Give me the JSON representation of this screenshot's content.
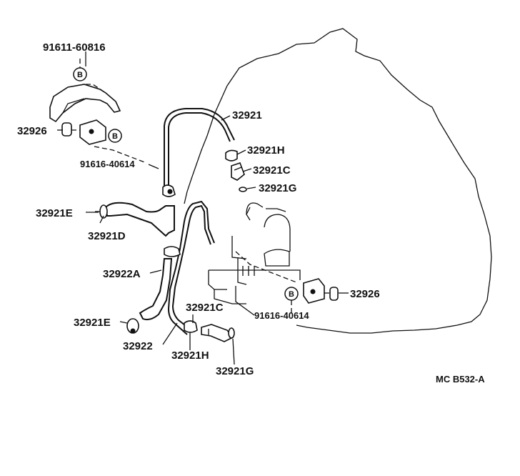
{
  "labels": {
    "p91611_60816": "91611-60816",
    "p32926_left": "32926",
    "p91616_40614_left": "91616-40614",
    "p32921": "32921",
    "p32921H_top": "32921H",
    "p32921C_top": "32921C",
    "p32921G_top": "32921G",
    "p32921E_top": "32921E",
    "p32921D": "32921D",
    "p32922A": "32922A",
    "p32921E_bottom": "32921E",
    "p32922": "32922",
    "p32921C_bottom": "32921C",
    "p32921H_bottom": "32921H",
    "p32921G_bottom": "32921G",
    "p91616_40614_right": "91616-40614",
    "p32926_right": "32926",
    "figure_code": "MC B532-A"
  },
  "badges": {
    "b1": "B",
    "b2": "B",
    "b3": "B"
  }
}
